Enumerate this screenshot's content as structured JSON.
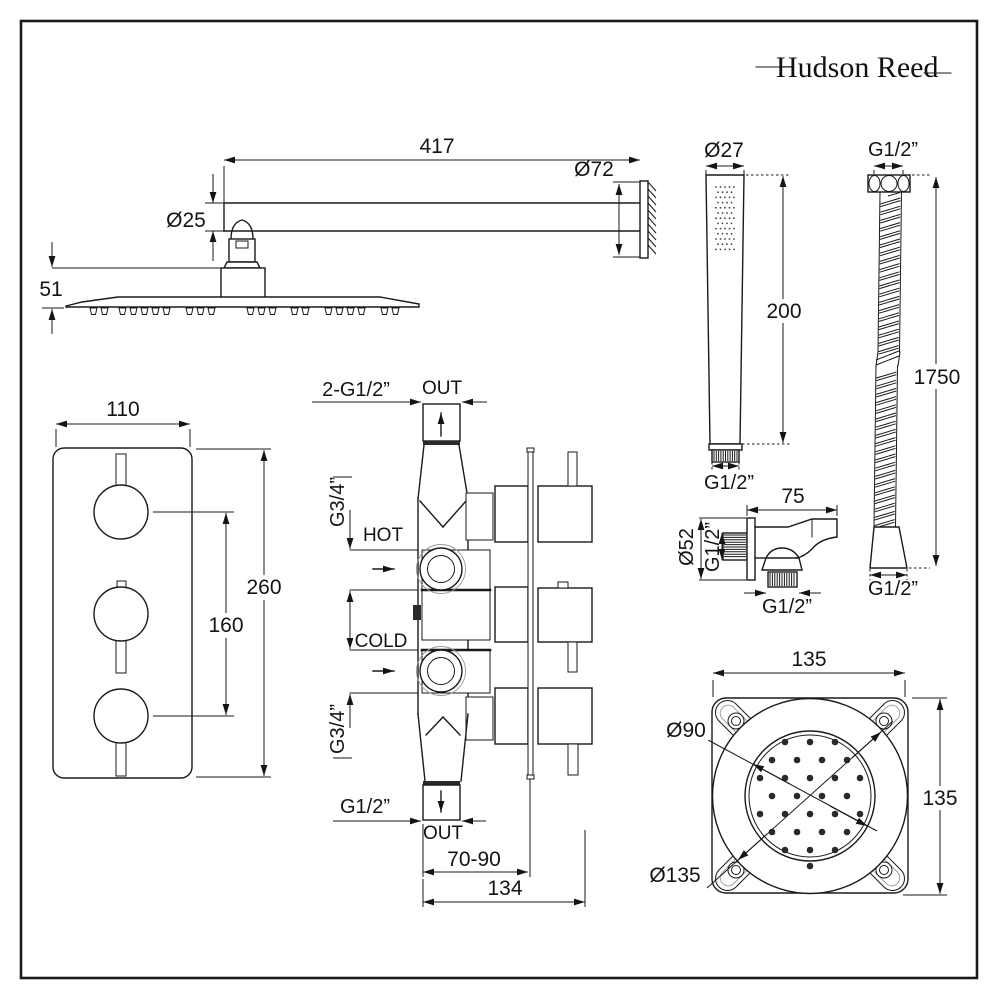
{
  "brand": {
    "name": "Hudson Reed"
  },
  "head": {
    "arm_length": "417",
    "flange_dia": "Ø72",
    "arm_dia": "Ø25",
    "head_depth": "51"
  },
  "handset": {
    "dia": "Ø27",
    "length": "200",
    "thread": "G1/2”"
  },
  "hose": {
    "thread_top": "G1/2”",
    "length": "1750",
    "thread_bottom": "G1/2”"
  },
  "plate": {
    "width": "110",
    "height": "260",
    "spacing": "160"
  },
  "valve": {
    "inlet_top": "2-G1/2”",
    "out_top": "OUT",
    "thread_hot": "G3/4”",
    "hot": "HOT",
    "cold": "COLD",
    "thread_cold": "G3/4”",
    "thread_out": "G1/2”",
    "out_bottom": "OUT",
    "depth_range": "70-90",
    "depth_total": "134"
  },
  "elbow": {
    "width": "75",
    "flange_dia": "Ø52",
    "thread_wall": "G1/2”",
    "thread_out": "G1/2”"
  },
  "jet": {
    "width": "135",
    "height": "135",
    "spray_dia": "Ø90",
    "face_dia": "Ø135"
  }
}
